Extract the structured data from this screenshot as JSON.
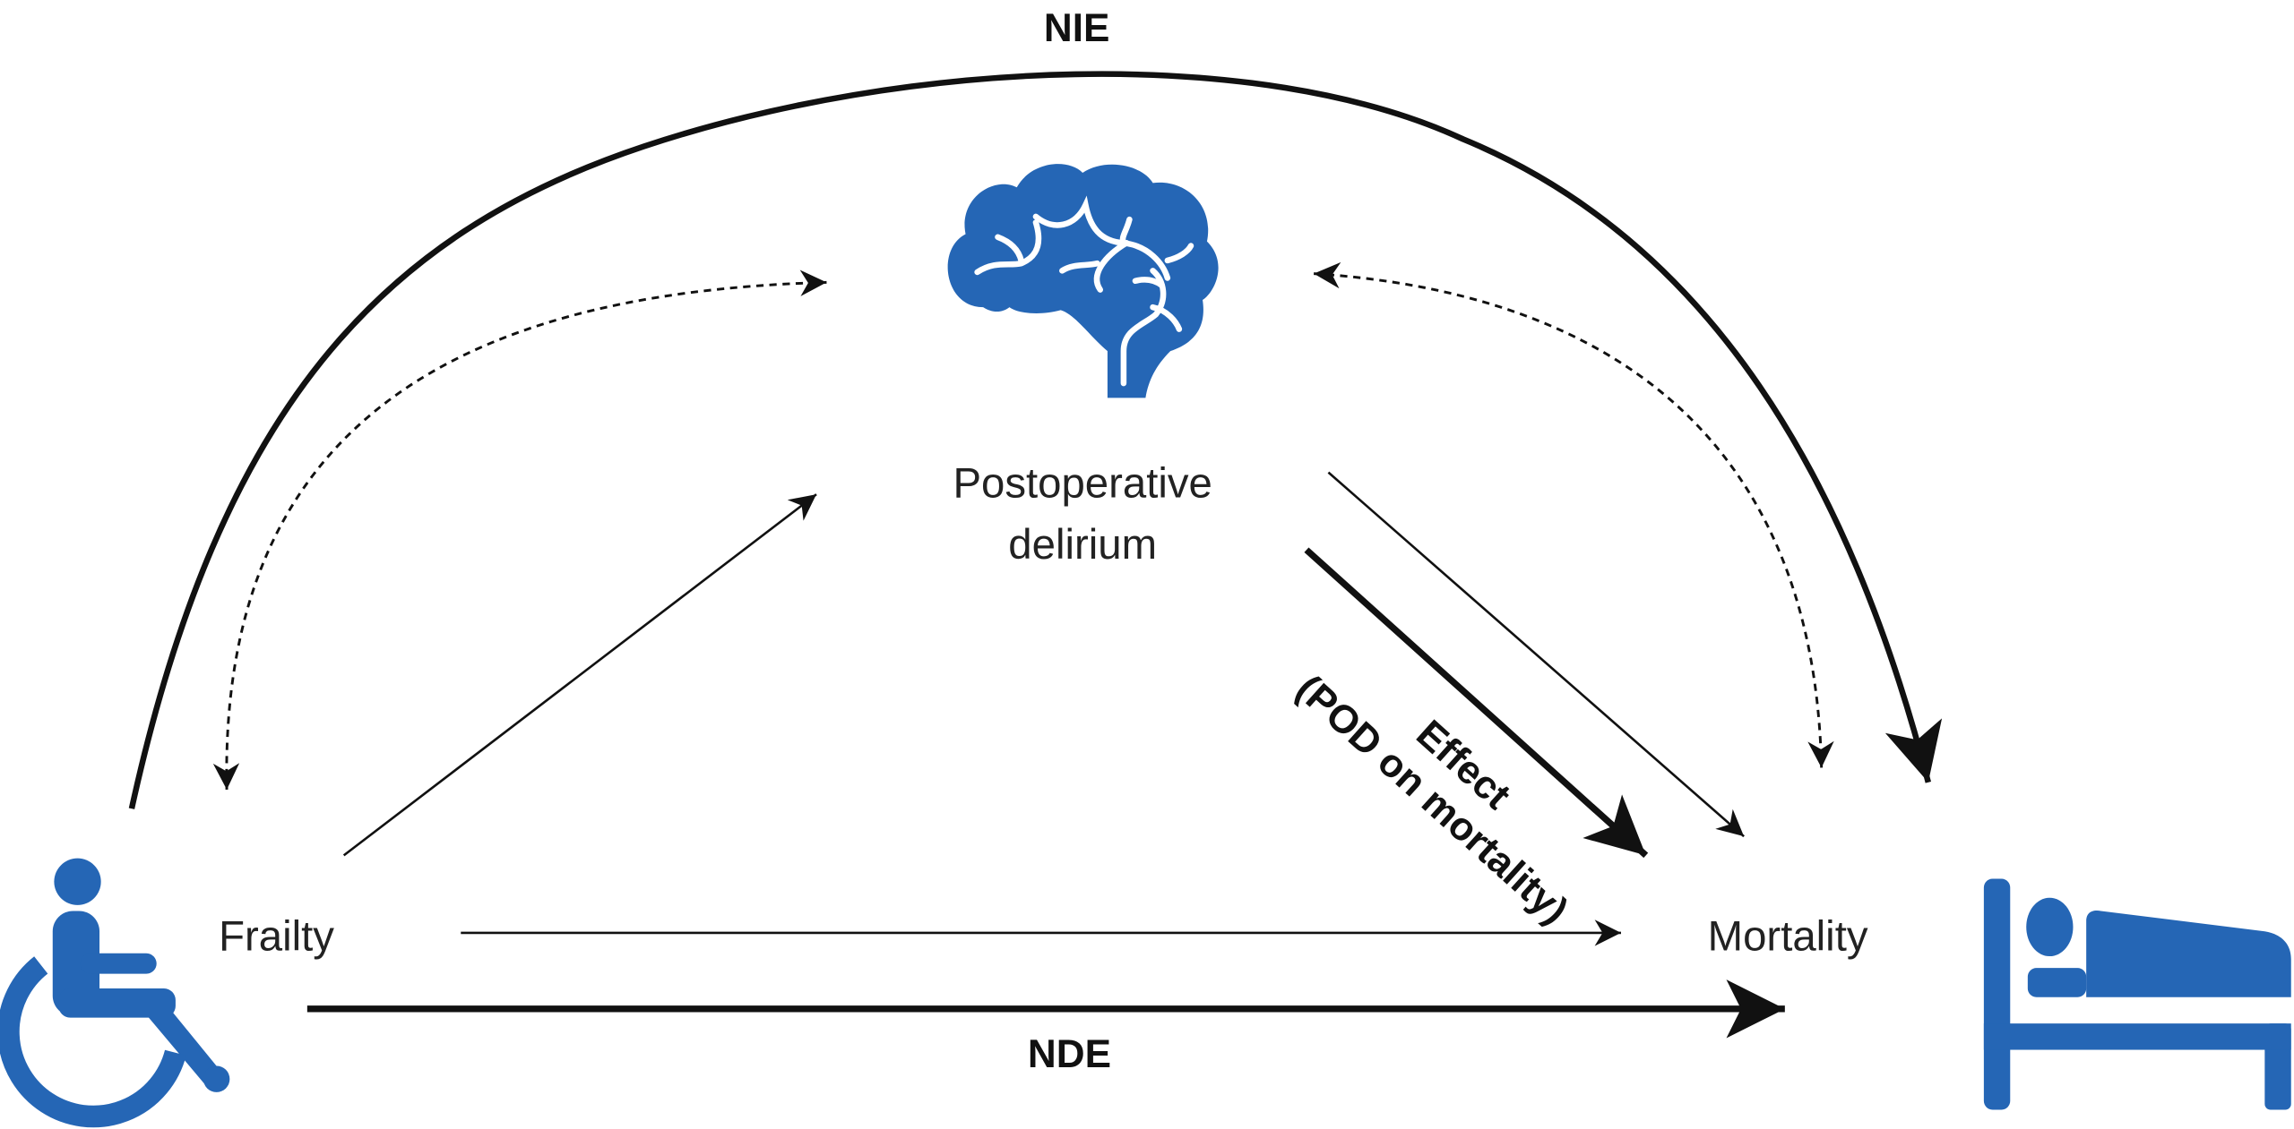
{
  "title_top": "NIE",
  "nodes": {
    "frailty": "Frailty",
    "delirium_line1": "Postoperative",
    "delirium_line2": "delirium",
    "mortality": "Mortality"
  },
  "effect_label": {
    "line1": "Effect",
    "line2": "(POD on mortality)"
  },
  "direct_label": "NDE",
  "icons": {
    "frailty": "wheelchair-icon",
    "delirium": "brain-icon",
    "mortality": "hospital-bed-icon"
  },
  "colors": {
    "icon": "#2566b5",
    "line": "#111111"
  }
}
